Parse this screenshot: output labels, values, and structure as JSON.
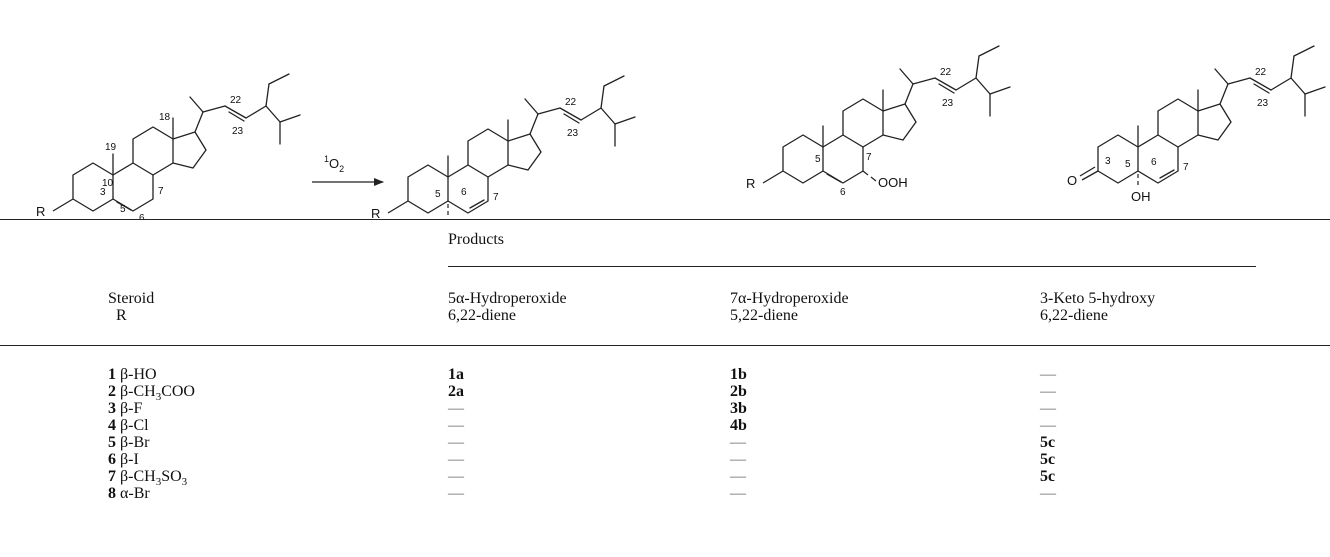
{
  "scheme": {
    "reagent": "1O2",
    "reagent_sup": "1",
    "reagent_main": "O",
    "reagent_sub": "2",
    "labels": {
      "n3": "3",
      "n5": "5",
      "n6": "6",
      "n7": "7",
      "n10": "10",
      "n18": "18",
      "n19": "19",
      "n22": "22",
      "n23": "23"
    },
    "atoms": {
      "r": "R",
      "ooh": "OOH",
      "oh": "OH",
      "o": "O"
    }
  },
  "table": {
    "header_products": "Products",
    "header_steroid": "Steroid",
    "header_r": "R",
    "col1_line1": "5α-Hydroperoxide",
    "col1_line2": "6,22-diene",
    "col2_line1": "7α-Hydroperoxide",
    "col2_line2": "5,22-diene",
    "col3_line1": "3-Keto 5-hydroxy",
    "col3_line2": "6,22-diene",
    "rows": [
      {
        "num": "1",
        "r_pre": "β-HO",
        "r_sub": "",
        "r_post": "",
        "a": "1a",
        "b": "1b",
        "c": "—"
      },
      {
        "num": "2",
        "r_pre": "β-CH",
        "r_sub": "3",
        "r_post": "COO",
        "a": "2a",
        "b": "2b",
        "c": "—"
      },
      {
        "num": "3",
        "r_pre": "β-F",
        "r_sub": "",
        "r_post": "",
        "a": "—",
        "b": "3b",
        "c": "—"
      },
      {
        "num": "4",
        "r_pre": "β-Cl",
        "r_sub": "",
        "r_post": "",
        "a": "—",
        "b": "4b",
        "c": "—"
      },
      {
        "num": "5",
        "r_pre": "β-Br",
        "r_sub": "",
        "r_post": "",
        "a": "—",
        "b": "—",
        "c": "5c"
      },
      {
        "num": "6",
        "r_pre": "β-I",
        "r_sub": "",
        "r_post": "",
        "a": "—",
        "b": "—",
        "c": "5c"
      },
      {
        "num": "7",
        "r_pre": "β-CH",
        "r_sub": "3",
        "r_post": "SO3",
        "a": "—",
        "b": "—",
        "c": "5c"
      },
      {
        "num": "8",
        "r_pre": "α-Br",
        "r_sub": "",
        "r_post": "",
        "a": "—",
        "b": "—",
        "c": "—"
      }
    ]
  }
}
